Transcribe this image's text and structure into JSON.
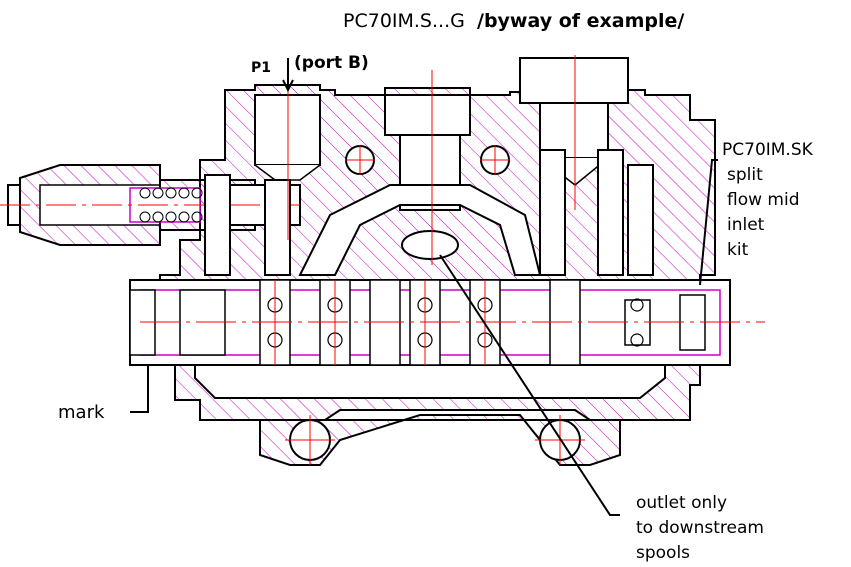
{
  "title": {
    "code": "PC70IM.S...G",
    "note": "/byway of example/"
  },
  "labels": {
    "p1": "P1",
    "port_b": "(port B)",
    "kit_code": "PC70IM.SK",
    "kit_line1": "split",
    "kit_line2": "flow mid",
    "kit_line3": "inlet",
    "kit_line4": "kit",
    "mark": "mark",
    "outlet_line1": "outlet only",
    "outlet_line2": "to downstream",
    "outlet_line3": "spools"
  },
  "colors": {
    "outline": "#000000",
    "hatch": "#cc00cc",
    "centerline": "#ff0000"
  }
}
